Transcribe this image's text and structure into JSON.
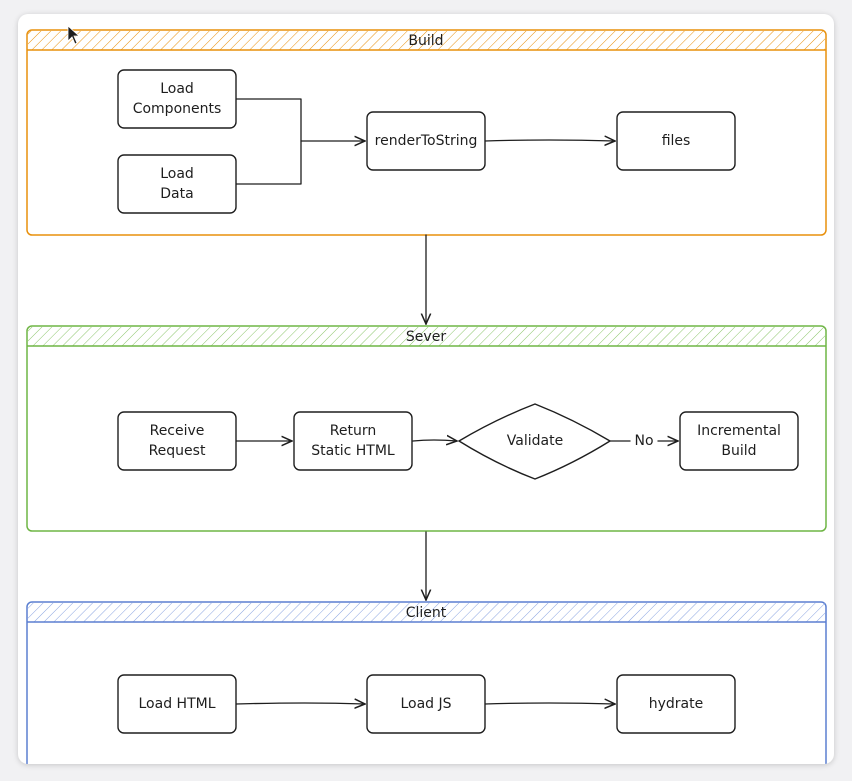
{
  "swimlanes": [
    {
      "id": "build",
      "title": "Build",
      "color": "#e8900c"
    },
    {
      "id": "server",
      "title": "Sever",
      "color": "#6fb545"
    },
    {
      "id": "client",
      "title": "Client",
      "color": "#5b7fd1"
    }
  ],
  "nodes": {
    "load_components": [
      "Load",
      "Components"
    ],
    "load_data": [
      "Load",
      "Data"
    ],
    "render_to_string": [
      "renderToString"
    ],
    "files": [
      "files"
    ],
    "receive_request": [
      "Receive",
      "Request"
    ],
    "return_static_html": [
      "Return",
      "Static HTML"
    ],
    "validate": [
      "Validate"
    ],
    "incremental_build": [
      "Incremental",
      "Build"
    ],
    "load_html": [
      "Load HTML"
    ],
    "load_js": [
      "Load JS"
    ],
    "hydrate": [
      "hydrate"
    ]
  },
  "edge_labels": {
    "validate_no": "No"
  }
}
